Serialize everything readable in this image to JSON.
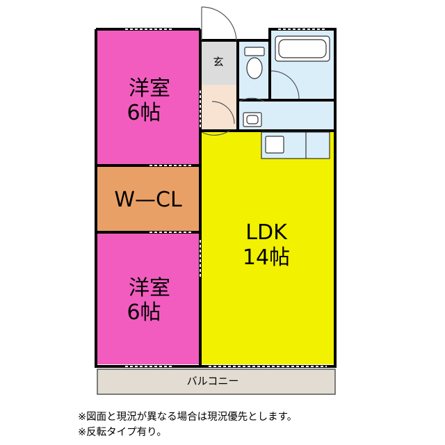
{
  "rooms": {
    "bedroom_top": {
      "name": "洋室",
      "size": "6帖"
    },
    "wcl": {
      "name": "W—CL"
    },
    "bedroom_bottom": {
      "name": "洋室",
      "size": "6帖"
    },
    "ldk": {
      "name": "LDK",
      "size": "14帖"
    },
    "entrance": {
      "name": "玄"
    },
    "balcony": {
      "name": "バルコニー"
    }
  },
  "colors": {
    "bedroom": "#f25cbf",
    "wcl": "#e9a066",
    "ldk": "#f1f100",
    "wet_area": "#daeefa",
    "entrance": "#dcdcdc",
    "hall": "#f8e2d2",
    "balcony": "#e2dcd3",
    "wall": "#000000"
  },
  "notes": {
    "line1": "※図面と現況が異なる場合は現況優先とします。",
    "line2": "※反転タイプ有り。"
  }
}
